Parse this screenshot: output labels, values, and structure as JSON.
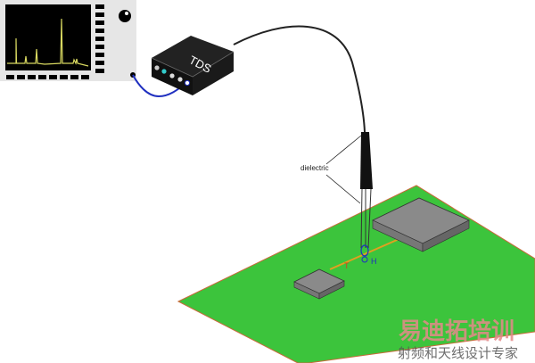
{
  "diagram": {
    "instrument_label": "TDS",
    "probe_label": "dielectric",
    "trace_label_low": "T",
    "trace_label_high": "H"
  },
  "colors": {
    "board": "#3cc43c",
    "board_edge": "#c86a3a",
    "chip": "#8a8a8a",
    "trace": "#e0a020",
    "signal": "#d8d860",
    "screen": "#000000",
    "coax": "#2030c0"
  },
  "watermark": {
    "brand": "易迪拓培训",
    "tagline": "射频和天线设计专家"
  }
}
